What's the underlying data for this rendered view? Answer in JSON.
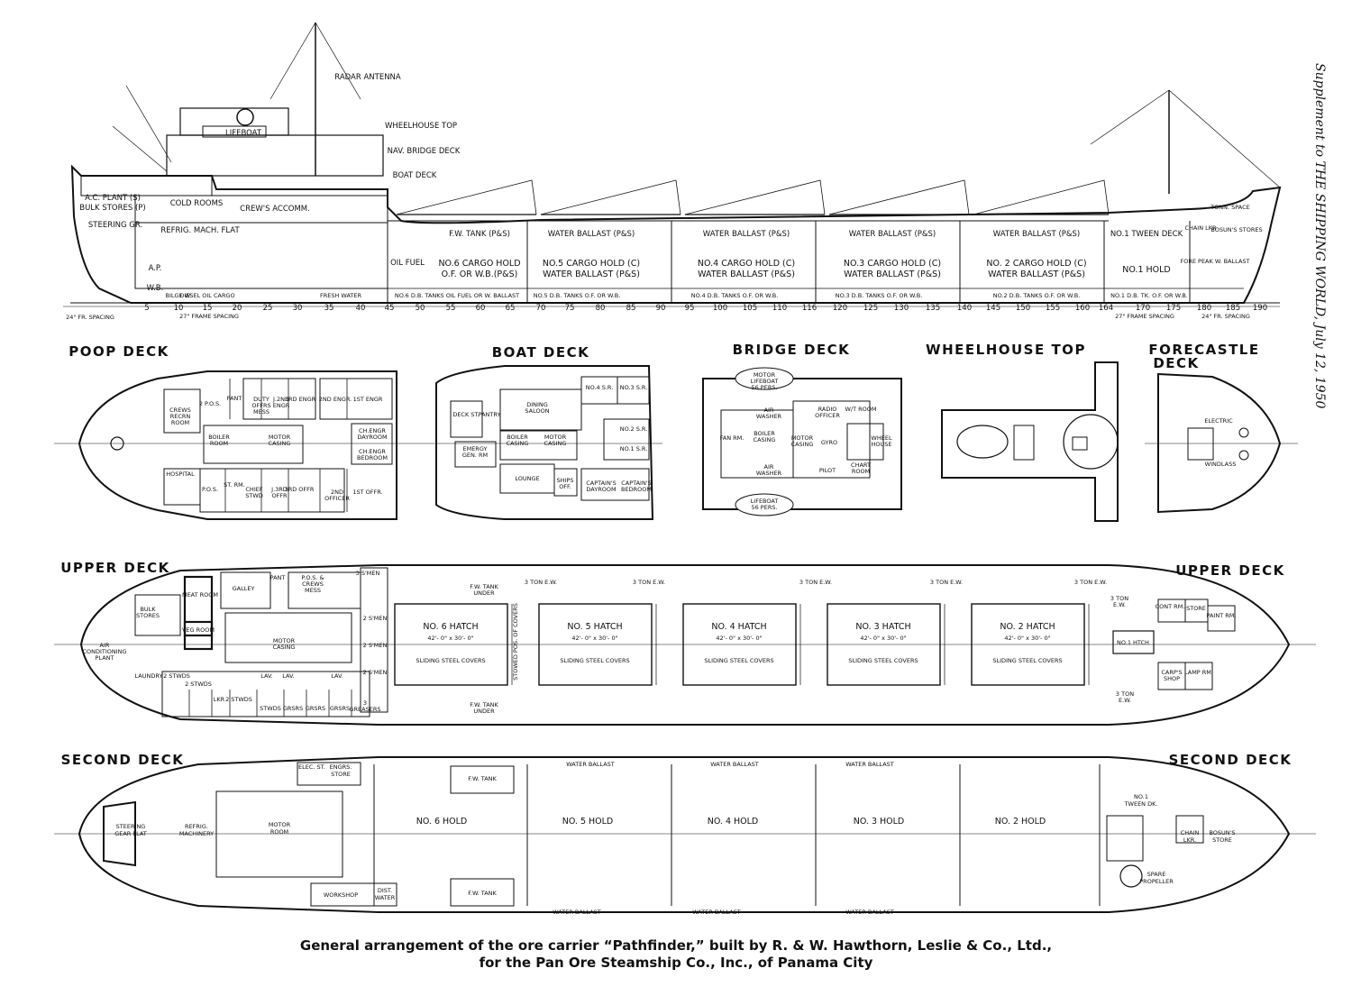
{
  "side_tag": "Supplement to THE SHIPPING WORLD, July 12, 1950",
  "caption": {
    "line1": "General arrangement of the ore carrier “Pathfinder,” built by R. & W. Hawthorn, Leslie & Co., Ltd.,",
    "line2": "for the Pan Ore Steamship Co., Inc., of Panama City"
  },
  "profile": {
    "superstructure": [
      "RADAR ANTENNA",
      "WHEELHOUSE TOP",
      "NAV. BRIDGE DECK",
      "BOAT DECK",
      "LIFEBOAT"
    ],
    "aft": [
      "A.C. PLANT (S)",
      "BULK STORES (P)",
      "COLD ROOMS",
      "CREW'S ACCOMM.",
      "STEERING GR.",
      "REFRIG. MACH. FLAT",
      "A.P.",
      "W.B.",
      "OIL FUEL"
    ],
    "holds": [
      {
        "top": "F.W. TANK (P&S)",
        "l1": "NO.6 CARGO HOLD",
        "l2": "O.F. OR W.B.(P&S)"
      },
      {
        "top": "WATER BALLAST (P&S)",
        "l1": "NO.5 CARGO HOLD (C)",
        "l2": "WATER BALLAST (P&S)"
      },
      {
        "top": "WATER BALLAST (P&S)",
        "l1": "NO.4 CARGO HOLD (C)",
        "l2": "WATER BALLAST (P&S)"
      },
      {
        "top": "WATER BALLAST (P&S)",
        "l1": "NO.3 CARGO HOLD (C)",
        "l2": "WATER BALLAST (P&S)"
      },
      {
        "top": "WATER BALLAST (P&S)",
        "l1": "NO. 2 CARGO HOLD (C)",
        "l2": "WATER BALLAST (P&S)"
      }
    ],
    "fwd": [
      "NO.1 TWEEN DECK",
      "NO.1 HOLD",
      "CHAIN LKR",
      "BOSUN'S STORES",
      "FORE PEAK W. BALLAST",
      "TONN. SPACE"
    ],
    "tanks": [
      "BILGE W.",
      "DIESEL OIL CARGO",
      "FRESH WATER",
      "NO.6 D.B. TANKS OIL FUEL OR W. BALLAST",
      "NO.5 D.B. TANKS O.F. OR W.B.",
      "NO.4 D.B. TANKS O.F. OR W.B.",
      "NO.3 D.B. TANKS O.F. OR W.B.",
      "NO.2 D.B. TANKS O.F. OR W.B.",
      "NO.1 D.B. TK. O.F. OR W.B."
    ],
    "frames": [
      "5",
      "10",
      "15",
      "20",
      "25",
      "30",
      "35",
      "40",
      "45",
      "50",
      "55",
      "60",
      "65",
      "70",
      "75",
      "80",
      "85",
      "90",
      "95",
      "100",
      "105",
      "110",
      "116",
      "120",
      "125",
      "130",
      "135",
      "140",
      "145",
      "150",
      "155",
      "160",
      "164",
      "170",
      "175",
      "180",
      "185",
      "190"
    ],
    "spacing": [
      "24\" FR. SPACING",
      "27\" FRAME SPACING",
      "27\" FRAME SPACING",
      "24\" FR. SPACING"
    ]
  },
  "poop": {
    "title": "POOP DECK",
    "labels": [
      "CREWS RECRN ROOM",
      "2 P.O.S.",
      "PANT",
      "DUTY OFFRS MESS",
      "J.2ND ENGR",
      "3RD ENGR",
      "2ND ENGR.",
      "1ST ENGR",
      "BOILER ROOM",
      "MOTOR CASING",
      "CH.ENGR DAYROOM",
      "CH.ENGR BEDROOM",
      "HOSPITAL",
      "P.O.S.",
      "ST. RM.",
      "CHIEF STWD",
      "J.3RD OFFR",
      "3RD OFFR",
      "2ND OFFICER",
      "1ST OFFR."
    ]
  },
  "boat": {
    "title": "BOAT DECK",
    "labels": [
      "DECK ST.",
      "PANTRY",
      "DINING SALOON",
      "NO.4 S.R.",
      "NO.3 S.R.",
      "NO.2 S.R.",
      "NO.1 S.R.",
      "BOILER CASING",
      "MOTOR CASING",
      "EMERGY GEN. RM",
      "LOUNGE",
      "SHIPS OFF.",
      "CAPTAIN'S DAYROOM",
      "CAPTAIN'S BEDROOM"
    ]
  },
  "bridge": {
    "title": "BRIDGE DECK",
    "labels": [
      "MOTOR LIFEBOAT 56 PERS.",
      "AIR WASHER",
      "RADIO OFFICER",
      "W/T ROOM",
      "FAN RM.",
      "BOILER CASING",
      "MOTOR CASING",
      "GYRO",
      "WHEEL HOUSE",
      "AIR WASHER",
      "PILOT",
      "CHART ROOM",
      "LIFEBOAT 56 PERS."
    ]
  },
  "wheelhouse": {
    "title": "WHEELHOUSE TOP"
  },
  "forecastle": {
    "title": "FORECASTLE",
    "title2": "DECK",
    "labels": [
      "ELECTRIC",
      "WINDLASS"
    ]
  },
  "upper": {
    "title_left": "UPPER DECK",
    "title_right": "UPPER DECK",
    "aft_labels": [
      "BULK STORES",
      "MEAT ROOM",
      "VEG ROOM",
      "AIR CONDITIONING PLANT",
      "GALLEY",
      "PANT",
      "P.O.S. & CREWS MESS",
      "3 S'MEN",
      "MOTOR CASING",
      "LAUNDRY",
      "2 STWDS",
      "2 STWDS",
      "LKR",
      "2 STWDS",
      "STWDS",
      "GRSRS",
      "GRSRS",
      "GRSRS",
      "3 GREASERS",
      "LAV.",
      "LAV.",
      "LAV.",
      "2 S'MEN",
      "2 S'MEN",
      "2 S'MEN",
      "F.W. TANK UNDER",
      "F.W. TANK UNDER",
      "STOWED POS. OF COVERS"
    ],
    "hatches": [
      {
        "name": "NO. 6 HATCH",
        "dim": "42'- 0\" x 30'- 0\"",
        "cover": "SLIDING STEEL COVERS"
      },
      {
        "name": "NO. 5 HATCH",
        "dim": "42'- 0\" x 30'- 0\"",
        "cover": "SLIDING STEEL COVERS"
      },
      {
        "name": "NO. 4 HATCH",
        "dim": "42'- 0\" x 30'- 0\"",
        "cover": "SLIDING STEEL COVERS"
      },
      {
        "name": "NO. 3 HATCH",
        "dim": "42'- 0\" x 30'- 0\"",
        "cover": "SLIDING STEEL COVERS"
      },
      {
        "name": "NO. 2 HATCH",
        "dim": "42'- 0\" x 30'- 0\"",
        "cover": "SLIDING STEEL COVERS"
      }
    ],
    "fwd_labels": [
      "3 TON E.W.",
      "CONT RM.",
      "STORE",
      "PAINT RM.",
      "NO.1 HTCH",
      "CARP'S SHOP",
      "LAMP RM.",
      "3 TON E.W."
    ],
    "winch": "3 TON E.W."
  },
  "second": {
    "title_left": "SECOND DECK",
    "title_right": "SECOND DECK",
    "labels": [
      "STEERING GEAR FLAT",
      "REFRIG. MACHINERY",
      "MOTOR ROOM",
      "ELEC. ST.",
      "ENGRS. STORE",
      "WORKSHOP",
      "DIST. WATER",
      "F.W. TANK",
      "F.W. TANK",
      "NO.1 TWEEN DK.",
      "SPARE PROPELLER",
      "CHAIN LKR.",
      "BOSUN'S STORE"
    ],
    "holds": [
      "NO. 6 HOLD",
      "NO. 5 HOLD",
      "NO. 4 HOLD",
      "NO. 3 HOLD",
      "NO. 2 HOLD"
    ],
    "ballast": "WATER BALLAST"
  }
}
